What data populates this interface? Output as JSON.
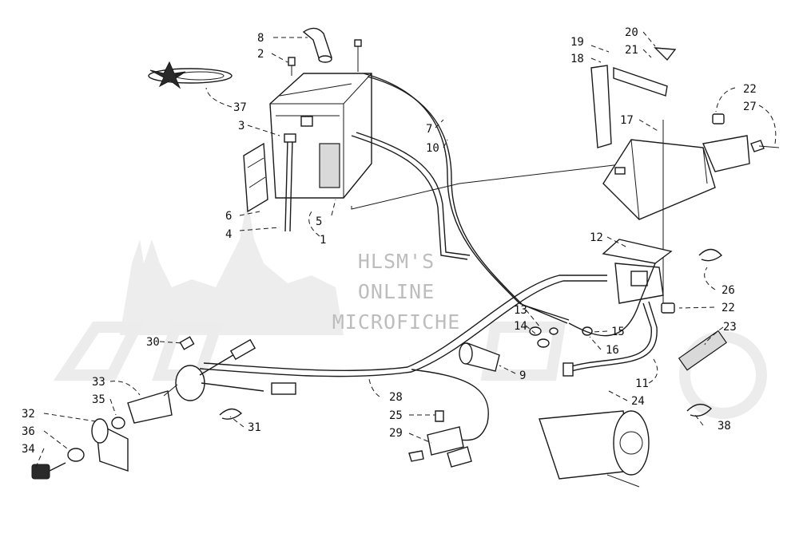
{
  "watermark": {
    "line1": "HLSM'S",
    "line2": "ONLINE",
    "line3": "MICROFICHE"
  },
  "labels": {
    "p1": "1",
    "p2": "2",
    "p3": "3",
    "p4": "4",
    "p5": "5",
    "p6": "6",
    "p7": "7",
    "p8": "8",
    "p9": "9",
    "p10": "10",
    "p11": "11",
    "p12": "12",
    "p13": "13",
    "p14": "14",
    "p15": "15",
    "p16": "16",
    "p17": "17",
    "p18": "18",
    "p19": "19",
    "p20": "20",
    "p21": "21",
    "p22a": "22",
    "p22b": "22",
    "p23": "23",
    "p24": "24",
    "p25": "25",
    "p26": "26",
    "p27": "27",
    "p28": "28",
    "p29": "29",
    "p30": "30",
    "p31": "31",
    "p32": "32",
    "p33": "33",
    "p34": "34",
    "p35": "35",
    "p36": "36",
    "p37": "37",
    "p38": "38"
  }
}
